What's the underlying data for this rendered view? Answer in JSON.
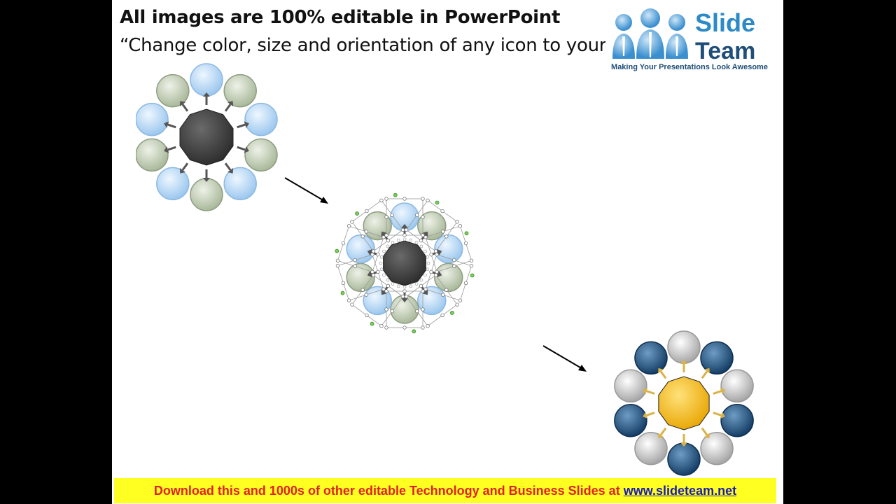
{
  "slide": {
    "title": "All images are 100% editable in PowerPoint",
    "subtitle": "“Change color, size and orientation of any icon to your"
  },
  "logo": {
    "brand_line1": "Slide",
    "brand_line2": "Team",
    "tagline": "Making Your Presentations Look Awesome"
  },
  "banner": {
    "text": "Download this and 1000s of other editable Technology and Business Slides at ",
    "link": "www.slideteam.net"
  },
  "colors": {
    "banner_bg": "#ffff22",
    "banner_text": "#e02020",
    "link": "#1b1bb4",
    "blue_circle": "#bcdcf5",
    "green_circle": "#c8d4bc",
    "dark_center": "#3f3f3f",
    "navy_circle": "#1f4e79",
    "silver_circle": "#e6e6e6",
    "gold_center": "#f5b000"
  },
  "icons": [
    "people-logo-icon",
    "arrow-right-down-icon",
    "circle-diagram-icon"
  ]
}
